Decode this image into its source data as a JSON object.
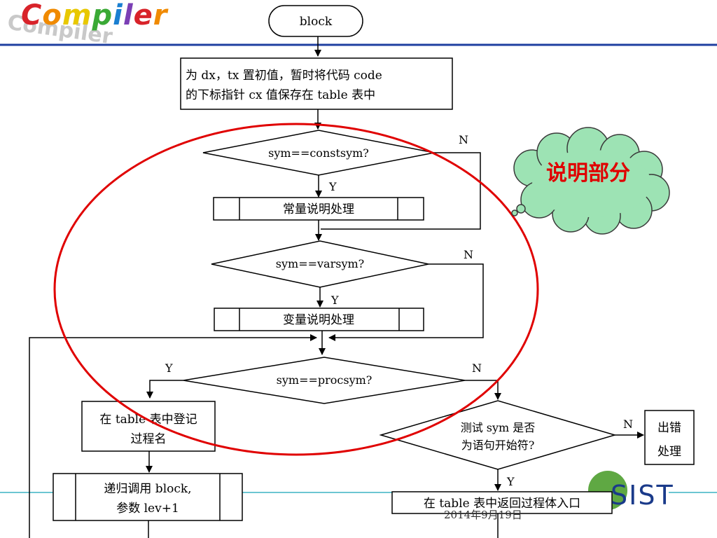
{
  "header": {
    "logo_text": "Compiler",
    "logo_shadow_text": "Compiler"
  },
  "callout": {
    "text": "说明部分"
  },
  "footer": {
    "org_logo_text": "SIST",
    "date": "2014年9月19日"
  },
  "flowchart": {
    "start": "block",
    "init_line1": "为 dx，tx 置初值，暂时将代码 code",
    "init_line2": "的下标指针 cx 值保存在 table 表中",
    "cond_const": "sym==constsym?",
    "proc_const": "常量说明处理",
    "cond_var": "sym==varsym?",
    "proc_var": "变量说明处理",
    "cond_proc": "sym==procsym?",
    "register_line1": "在 table 表中登记",
    "register_line2": "过程名",
    "recurse_line1": "递归调用 block,",
    "recurse_line2": "参数 lev+1",
    "cond_stmt_line1": "测试 sym 是否",
    "cond_stmt_line2": "为语句开始符?",
    "error_line1": "出错",
    "error_line2": "处理",
    "return_entry": "在 table 表中返回过程体入口",
    "label_yes": "Y",
    "label_no": "N"
  },
  "colors": {
    "highlight_ellipse": "#e00000",
    "cloud_fill": "#9de3b4",
    "header_rule": "#1f3fa0",
    "footer_rule": "#3bb3c3"
  }
}
